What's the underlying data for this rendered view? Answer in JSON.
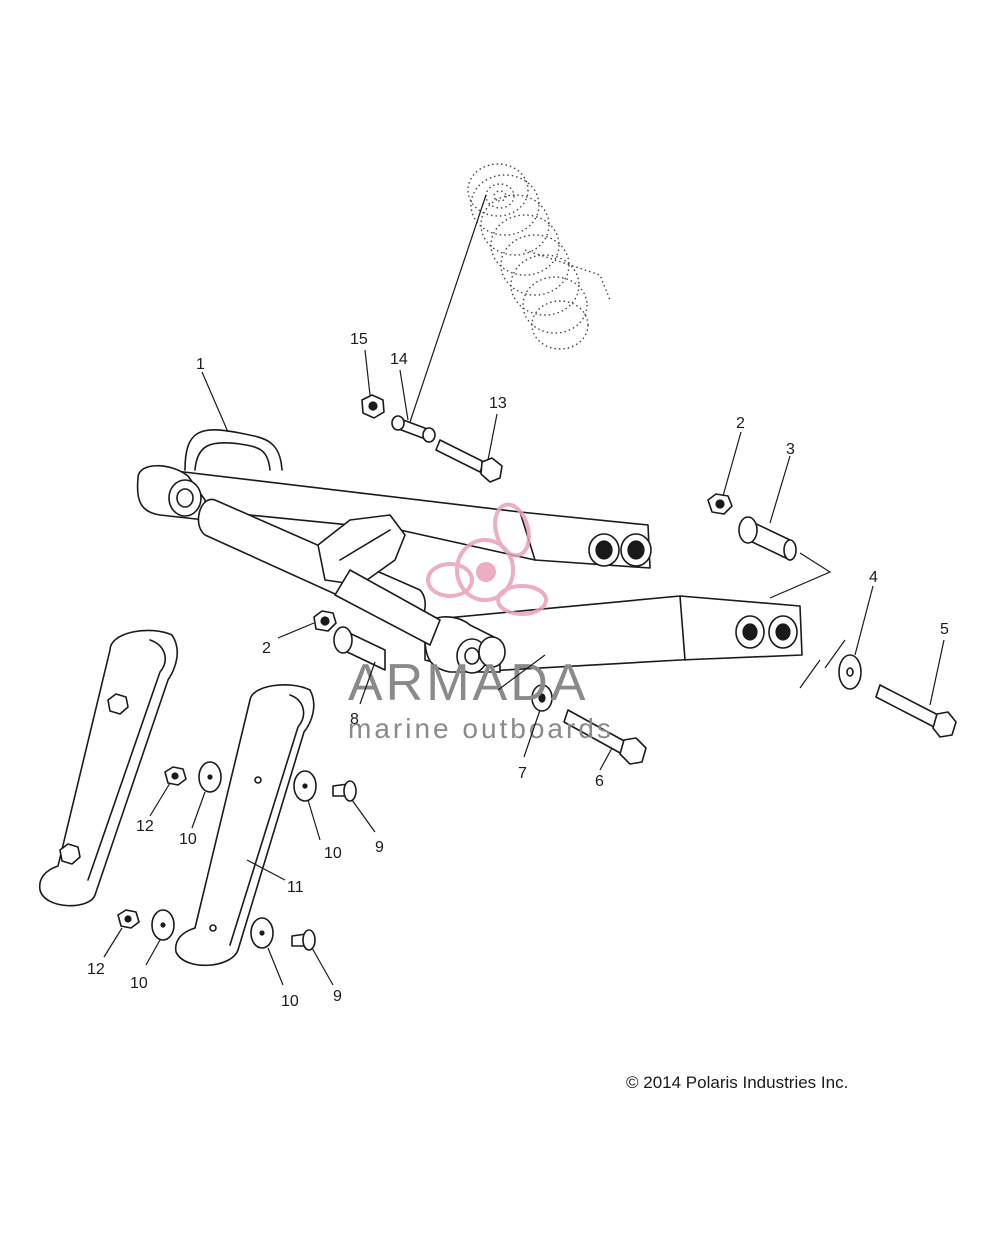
{
  "callouts": [
    {
      "id": "1",
      "label": "1"
    },
    {
      "id": "2a",
      "label": "2"
    },
    {
      "id": "2b",
      "label": "2"
    },
    {
      "id": "3",
      "label": "3"
    },
    {
      "id": "4",
      "label": "4"
    },
    {
      "id": "5",
      "label": "5"
    },
    {
      "id": "6",
      "label": "6"
    },
    {
      "id": "7",
      "label": "7"
    },
    {
      "id": "8",
      "label": "8"
    },
    {
      "id": "9a",
      "label": "9"
    },
    {
      "id": "9b",
      "label": "9"
    },
    {
      "id": "10a",
      "label": "10"
    },
    {
      "id": "10b",
      "label": "10"
    },
    {
      "id": "10c",
      "label": "10"
    },
    {
      "id": "10d",
      "label": "10"
    },
    {
      "id": "11",
      "label": "11"
    },
    {
      "id": "12a",
      "label": "12"
    },
    {
      "id": "12b",
      "label": "12"
    },
    {
      "id": "13",
      "label": "13"
    },
    {
      "id": "14",
      "label": "14"
    },
    {
      "id": "15",
      "label": "15"
    }
  ],
  "copyright": "© 2014 Polaris Industries Inc.",
  "watermark": {
    "title": "ARMADA",
    "subtitle": "marine outboards",
    "logo_color": "#e8a0b8",
    "text_color": "#8a8a8a"
  }
}
